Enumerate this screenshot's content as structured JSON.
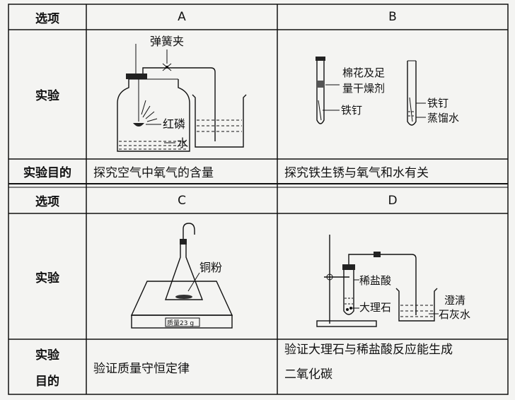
{
  "table": {
    "header1": {
      "label": "选项",
      "a": "A",
      "b": "B"
    },
    "row_exp1": {
      "label": "实验"
    },
    "row_goal1": {
      "label": "实验目的",
      "a": "探究空气中氧气的含量",
      "b": "探究铁生锈与氧气和水有关"
    },
    "header2": {
      "label": "选项",
      "c": "C",
      "d": "D"
    },
    "row_exp2": {
      "label": "实验"
    },
    "row_goal2": {
      "label_line1": "实验",
      "label_line2": "目的",
      "c": "验证质量守恒定律",
      "d_line1": "验证大理石与稀盐酸反应能生成",
      "d_line2": "二氧化碳"
    }
  },
  "figures": {
    "a": {
      "spring_clip": "弹簧夹",
      "red_phosphorus": "红磷",
      "water": "水"
    },
    "b": {
      "cotton": "棉花及足",
      "desiccant": "量干燥剂",
      "nail_left": "铁钉",
      "nail_right": "铁钉",
      "distilled_water": "蒸馏水"
    },
    "c": {
      "copper_powder": "铜粉",
      "scale_display": "质量23 g"
    },
    "d": {
      "hcl": "稀盐酸",
      "marble": "大理石",
      "limewater_1": "澄清",
      "limewater_2": "石灰水"
    }
  }
}
